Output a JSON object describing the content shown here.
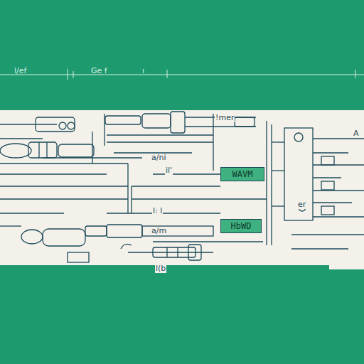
{
  "diagram": {
    "nodes": [
      {
        "text": [
          "WAVM"
        ]
      },
      {
        "text": [
          "HbWD"
        ]
      }
    ],
    "labels": [
      "l/ef",
      "Ge f",
      "ı",
      "!mer",
      "A",
      "a/ni",
      "il'",
      "a/m",
      "l: l",
      "l(b",
      "er"
    ]
  }
}
